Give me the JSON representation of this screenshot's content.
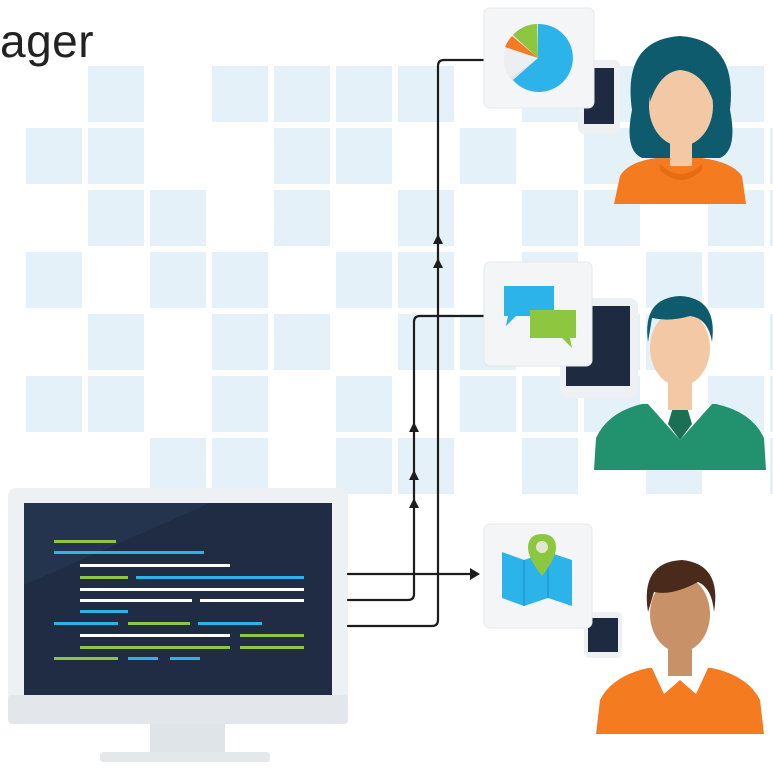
{
  "title_fragment": "ager",
  "colors": {
    "tile": "#e4f1f9",
    "screen": "#1f2c44",
    "bezel": "#eceff2",
    "connector": "#1d1d1d",
    "blue": "#2bb3ea",
    "green": "#8dc63f",
    "orange": "#f47b20",
    "teal_shirt": "#22916e",
    "skin_light": "#f3c9a5",
    "skin_dark": "#c99167",
    "hair_teal": "#0f5b6e",
    "hair_brown": "#4a2a1a",
    "device_dark": "#1d2a40"
  },
  "icons": {
    "dashboard": "pie-chart-icon",
    "chat": "chat-bubbles-icon",
    "map": "map-pin-icon"
  },
  "users": [
    {
      "id": "woman",
      "shirt": "orange",
      "hair": "teal"
    },
    {
      "id": "man-green-sweater",
      "shirt": "green",
      "hair": "teal"
    },
    {
      "id": "man-orange-shirt",
      "shirt": "orange",
      "hair": "brown"
    }
  ]
}
